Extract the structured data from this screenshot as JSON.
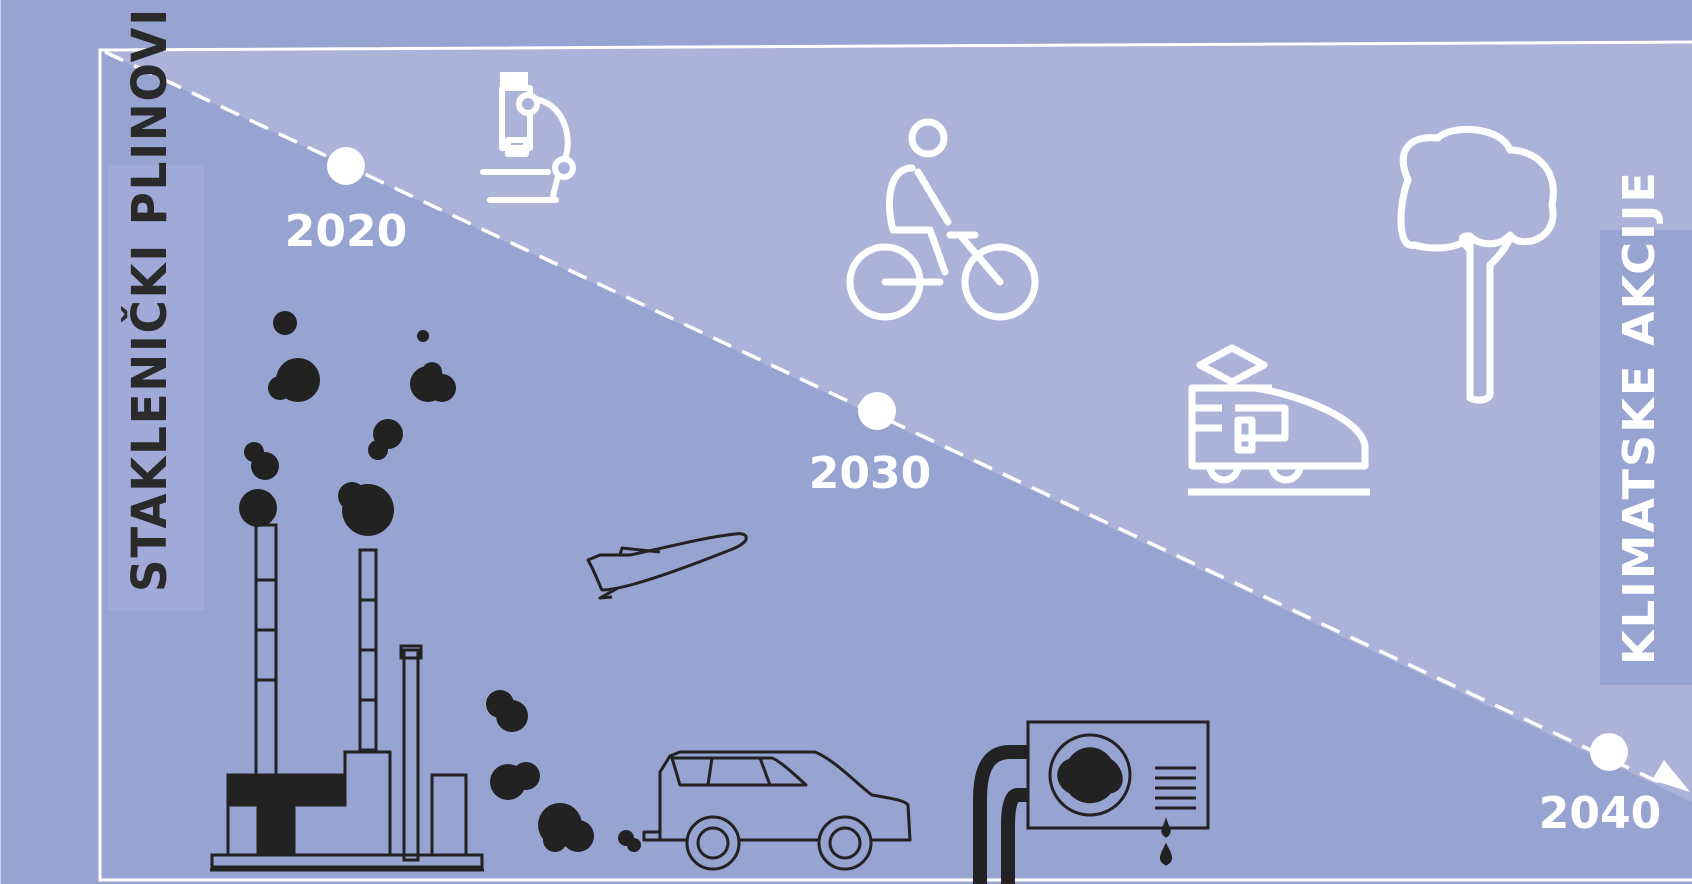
{
  "diagram": {
    "left_axis_label": "STAKLENIČKI PLINOVI",
    "right_axis_label": "KLIMATSKE AKCIJE",
    "milestones": [
      "2020",
      "2030",
      "2040"
    ],
    "colors": {
      "background": "#97a3d0",
      "upper_region": "#abb3d9",
      "line": "#ffffff",
      "emissions": "#222222"
    },
    "icons_emissions": [
      "factory-icon",
      "airplane-icon",
      "car-icon",
      "heat-pump-icon",
      "smoke-icon"
    ],
    "icons_actions": [
      "microscope-icon",
      "cyclist-icon",
      "train-icon",
      "tree-icon"
    ]
  }
}
